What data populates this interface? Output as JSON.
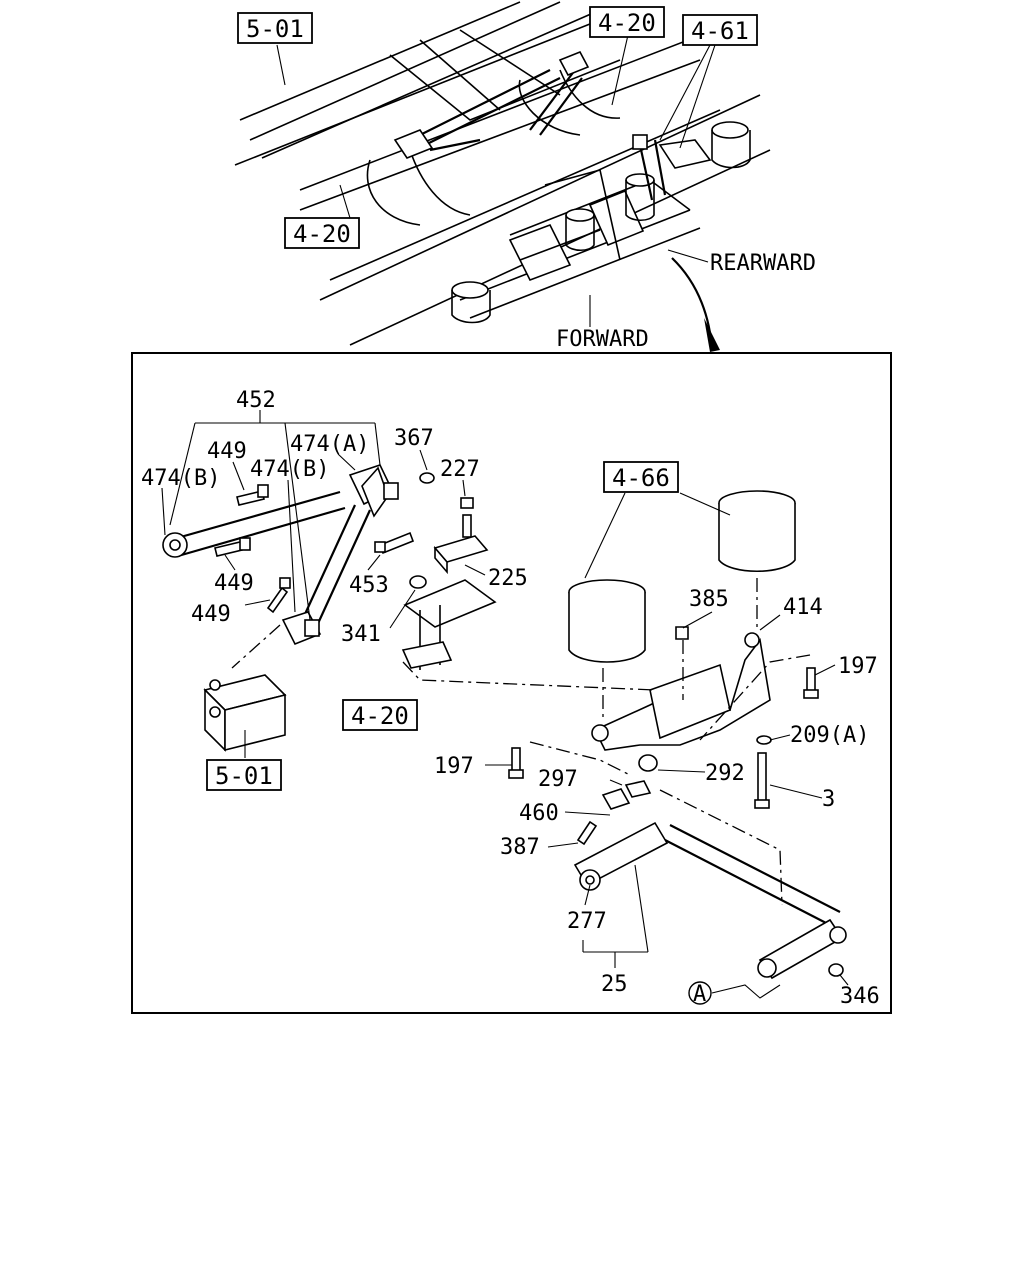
{
  "header_refs": {
    "frame_ref": "5-01",
    "arm_ref_top": "4-20",
    "shock_ref": "4-61",
    "arm_ref_left": "4-20"
  },
  "directions": {
    "rearward": "REARWARD",
    "forward": "FORWARD"
  },
  "detail_refs": {
    "air_spring_ref": "4-66",
    "bracket_ref": "4-20",
    "frame_ref": "5-01"
  },
  "callouts": {
    "c452": "452",
    "c449a": "449",
    "c474b_left": "474(B)",
    "c474b_mid": "474(B)",
    "c474a": "474(A)",
    "c367": "367",
    "c227": "227",
    "c449b": "449",
    "c449c": "449",
    "c453": "453",
    "c225": "225",
    "c341": "341",
    "c385": "385",
    "c414": "414",
    "c197a": "197",
    "c209a": "209(A)",
    "c197b": "197",
    "c297": "297",
    "c292": "292",
    "c3": "3",
    "c460": "460",
    "c387": "387",
    "c277": "277",
    "c25": "25",
    "circle_a": "A",
    "c346": "346"
  }
}
